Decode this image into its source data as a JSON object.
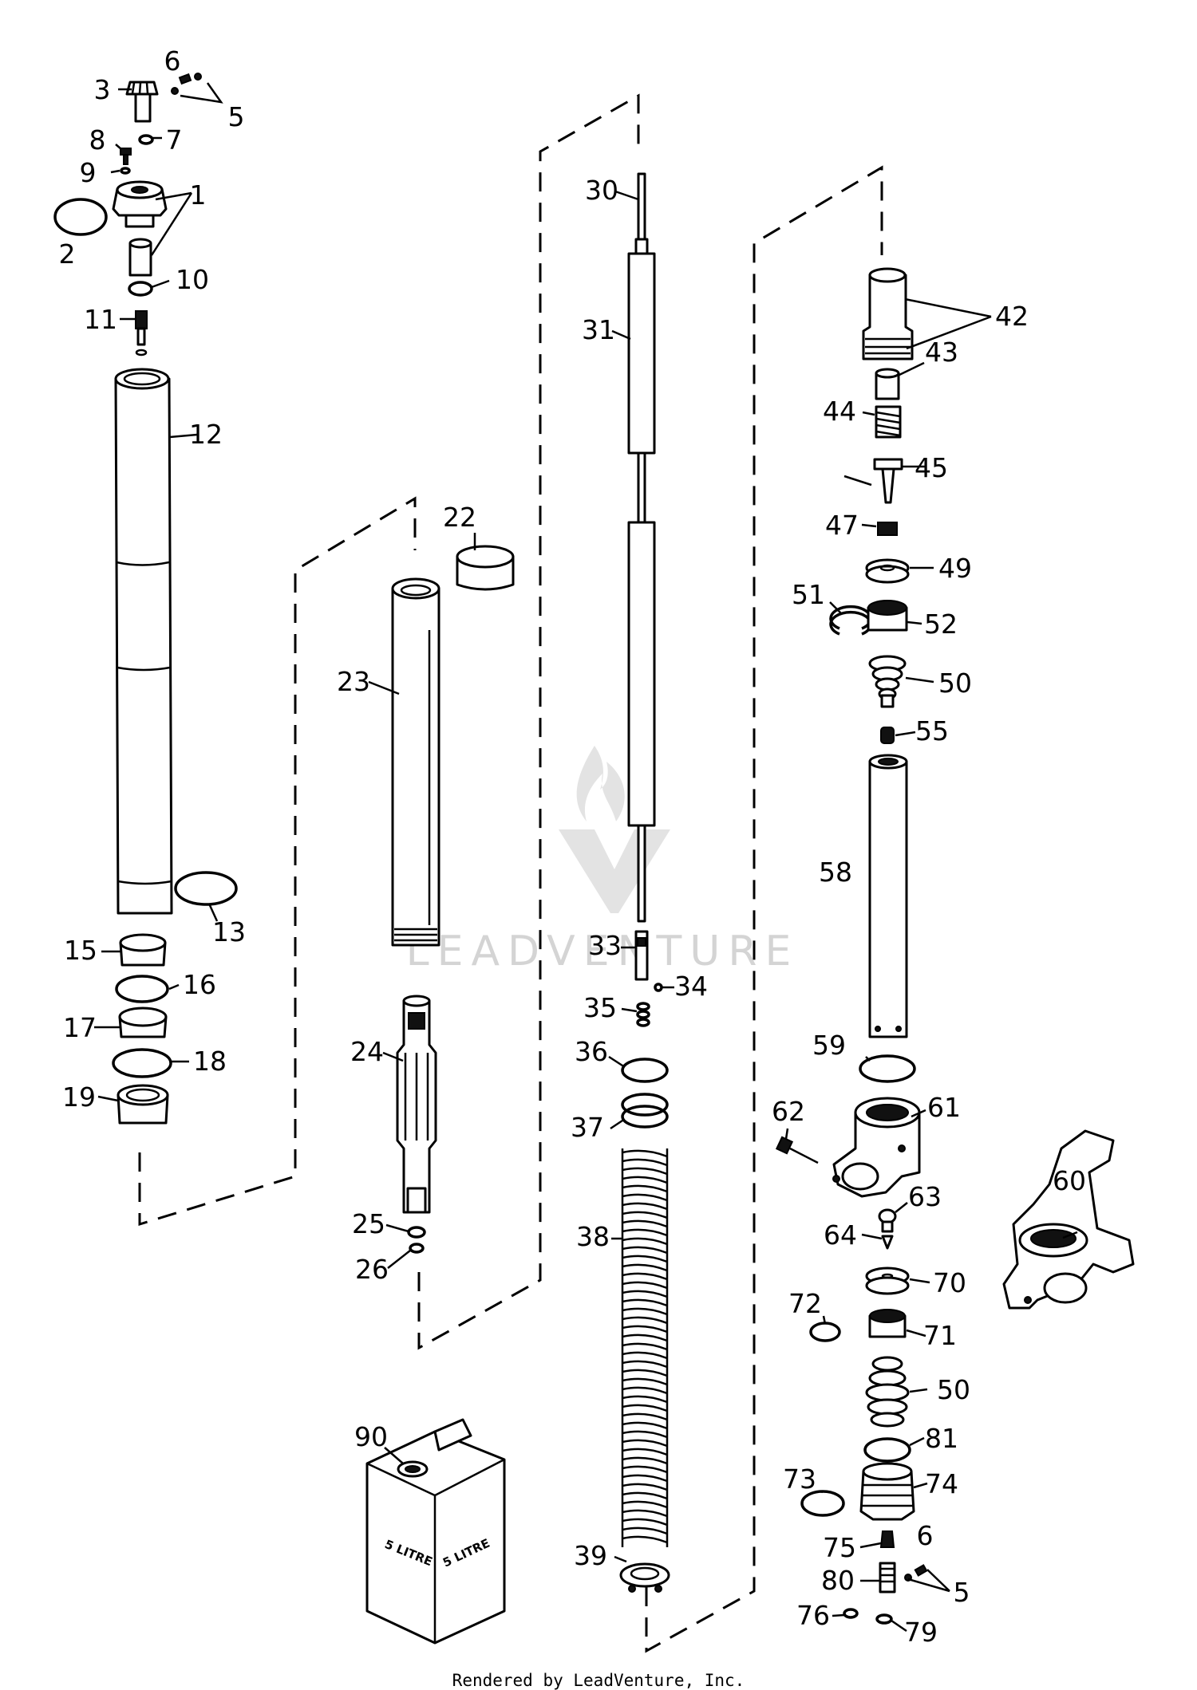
{
  "watermark": "LEADVENTURE",
  "footer": "Rendered by LeadVenture, Inc.",
  "can_label": "5 LITRE",
  "callouts": [
    "1",
    "2",
    "3",
    "5",
    "6",
    "7",
    "8",
    "9",
    "10",
    "11",
    "12",
    "13",
    "15",
    "16",
    "17",
    "18",
    "19",
    "22",
    "23",
    "24",
    "25",
    "26",
    "30",
    "31",
    "33",
    "34",
    "35",
    "36",
    "37",
    "38",
    "39",
    "42",
    "43",
    "44",
    "45",
    "47",
    "49",
    "50",
    "51",
    "52",
    "55",
    "58",
    "59",
    "60",
    "61",
    "62",
    "63",
    "64",
    "70",
    "71",
    "72",
    "73",
    "74",
    "75",
    "76",
    "79",
    "80",
    "81",
    "90"
  ]
}
